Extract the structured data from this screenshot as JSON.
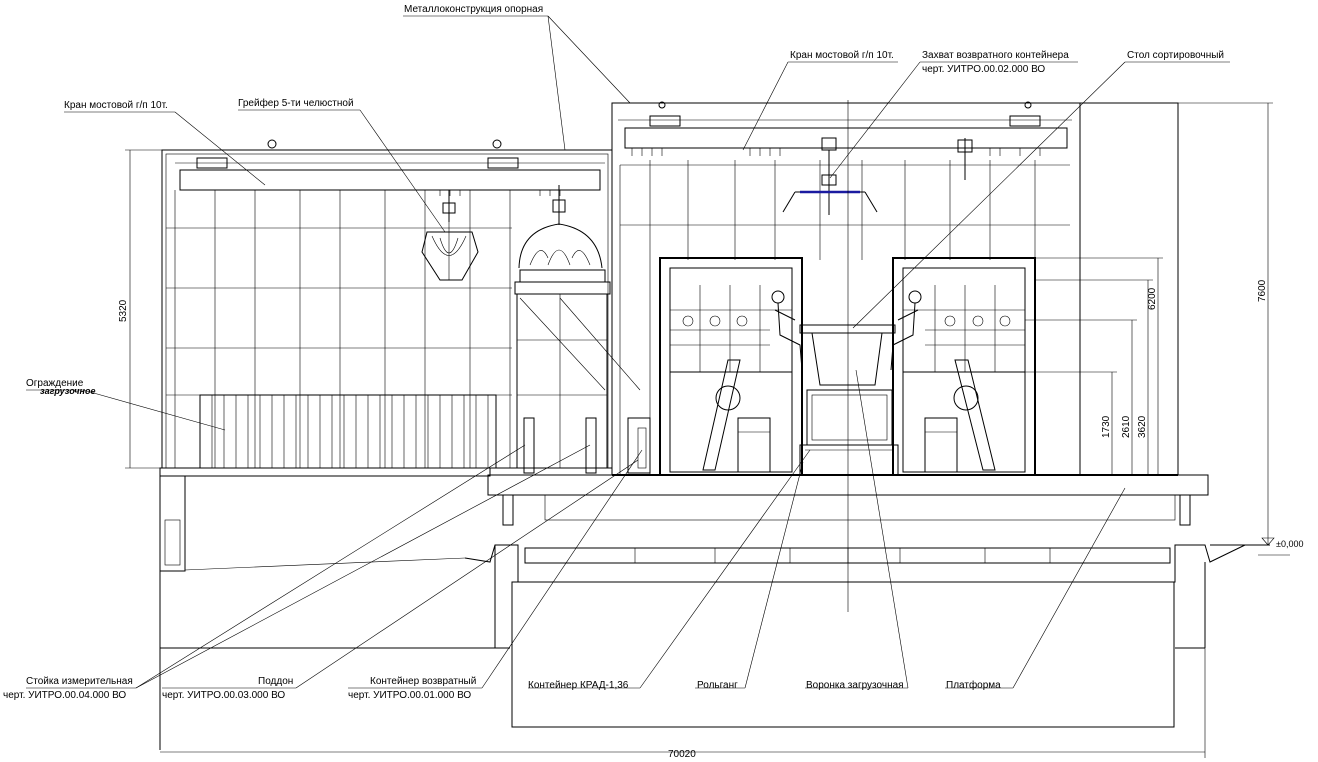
{
  "labels": {
    "metal_structure": "Металлоконструкция опорная",
    "crane_left": "Кран мостовой г/п 10т.",
    "grab": "Грейфер 5-ти челюстной",
    "crane_right": "Кран мостовой г/п 10т.",
    "return_grip": "Захват возвратного контейнера",
    "return_grip_ref": "черт.  УИТРО.00.02.000 ВО",
    "sorting_table": "Стол сортировочный",
    "fence": "Ограждение",
    "fence_sub": "загрузочное",
    "rack": "Стойка измерительная",
    "rack_ref": "черт.  УИТРО.00.04.000 ВО",
    "pallet": "Поддон",
    "pallet_ref": "черт.  УИТРО.00.03.000 ВО",
    "return_container": "Контейнер возвратный",
    "return_container_ref": "черт.  УИТРО.00.01.000 ВО",
    "krad": "Контейнер КРАД-1,36",
    "rollgang": "Рольганг",
    "hopper": "Воронка загрузочная",
    "platform": "Платформа"
  },
  "dimensions": {
    "d5320": "5320",
    "d6200": "6200",
    "d7600": "7600",
    "d1730": "1730",
    "d2610": "2610",
    "d3620": "3620",
    "d70020": "70020",
    "level": "±0,000"
  }
}
